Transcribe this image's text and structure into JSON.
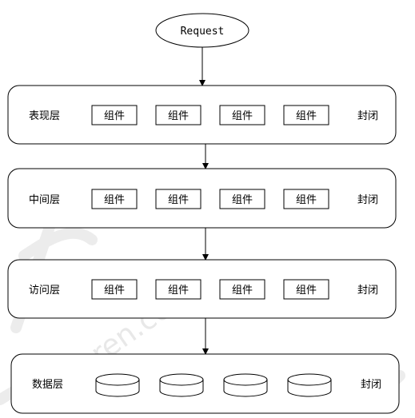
{
  "request": {
    "label": "Request"
  },
  "layers": [
    {
      "name": "表现层",
      "closed_label": "封闭",
      "components": [
        "组件",
        "组件",
        "组件",
        "组件"
      ]
    },
    {
      "name": "中间层",
      "closed_label": "封闭",
      "components": [
        "组件",
        "组件",
        "组件",
        "组件"
      ]
    },
    {
      "name": "访问层",
      "closed_label": "封闭",
      "components": [
        "组件",
        "组件",
        "组件",
        "组件"
      ]
    },
    {
      "name": "数据层",
      "closed_label": "封闭",
      "databases": 4
    }
  ],
  "watermark": {
    "text": "odaren.co",
    "color": "#e6e6e6"
  },
  "colors": {
    "stroke": "#000000",
    "background": "#ffffff"
  }
}
